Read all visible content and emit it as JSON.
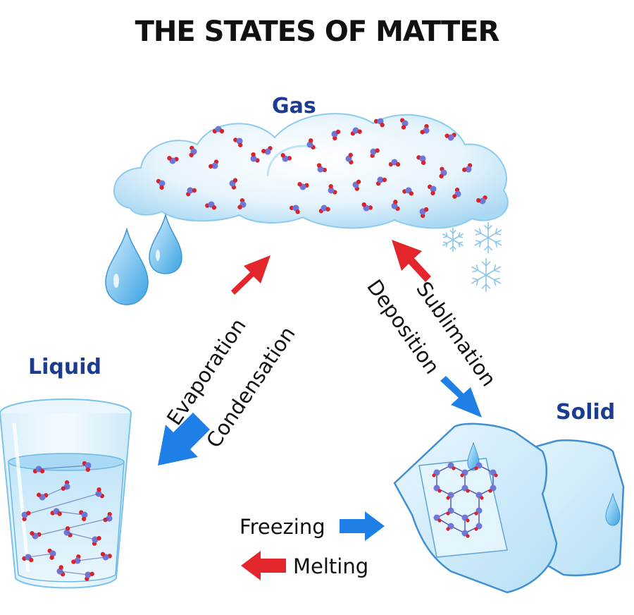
{
  "title": "THE STATES OF MATTER",
  "states": {
    "gas": "Gas",
    "liquid": "Liquid",
    "solid": "Solid"
  },
  "processes": {
    "evaporation": "Evaporation",
    "condensation": "Condensation",
    "sublimation": "Sublimation",
    "deposition": "Deposition",
    "freezing": "Freezing",
    "melting": "Melting"
  },
  "colors": {
    "heat_arrow": "#e3262b",
    "cool_arrow": "#1e7fe6",
    "label_blue": "#1b3c8f",
    "ice": "#bfe2f6",
    "water": "#9fd3f2"
  },
  "icons": [
    "cloud-icon",
    "water-drop-icon",
    "snowflake-icon",
    "glass-icon",
    "ice-cube-icon",
    "molecule-icon"
  ]
}
